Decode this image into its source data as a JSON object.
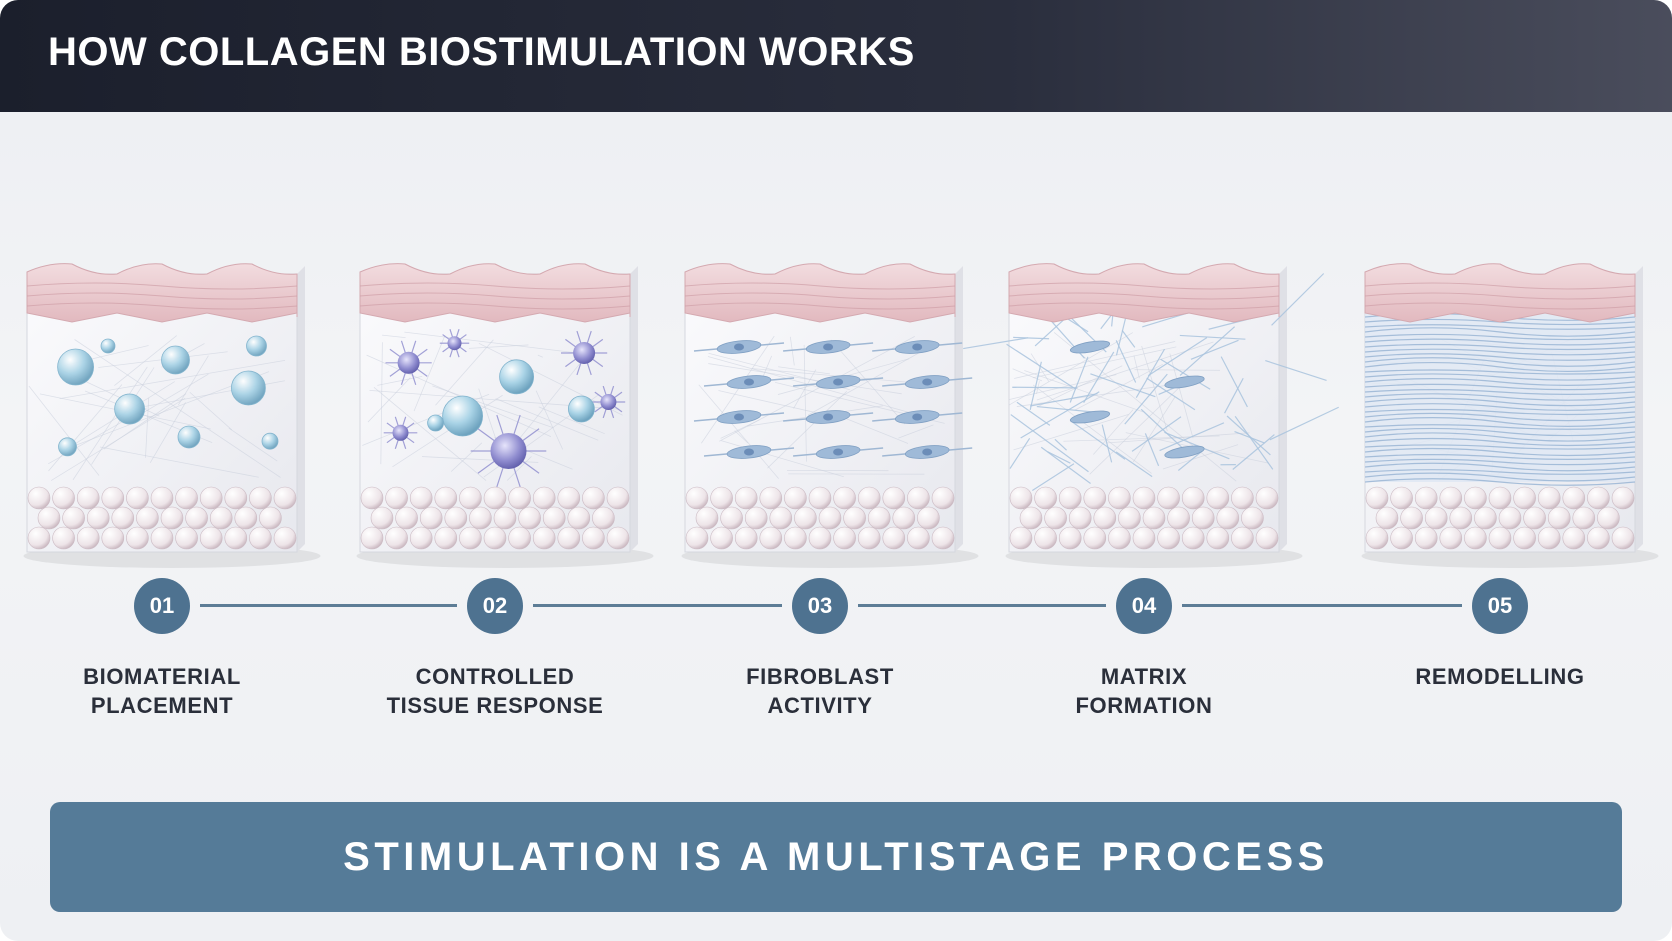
{
  "header": {
    "title": "HOW COLLAGEN BIOSTIMULATION WORKS"
  },
  "stages": [
    {
      "number": "01",
      "label_lines": [
        "BIOMATERIAL",
        "PLACEMENT"
      ],
      "illustration": "tissue-block-with-microspheres-icon"
    },
    {
      "number": "02",
      "label_lines": [
        "CONTROLLED",
        "TISSUE RESPONSE"
      ],
      "illustration": "tissue-block-with-immune-cells-icon"
    },
    {
      "number": "03",
      "label_lines": [
        "FIBROBLAST",
        "ACTIVITY"
      ],
      "illustration": "tissue-block-with-fibroblasts-icon"
    },
    {
      "number": "04",
      "label_lines": [
        "MATRIX",
        "FORMATION"
      ],
      "illustration": "tissue-block-with-collagen-network-icon"
    },
    {
      "number": "05",
      "label_lines": [
        "REMODELLING"
      ],
      "illustration": "tissue-block-with-organized-collagen-icon"
    }
  ],
  "banner": {
    "text": "STIMULATION IS A MULTISTAGE PROCESS"
  },
  "colors": {
    "header_bg": "#1b1f2c",
    "accent": "#557b98",
    "badge": "#4e7290",
    "epidermis": "#e2b9bf",
    "fat_cells": "#ede4e8",
    "microsphere": "#a9d3e6",
    "immune_cell": "#8f8ccf",
    "fibroblast": "#9fbad8",
    "collagen": "#aac4de"
  }
}
